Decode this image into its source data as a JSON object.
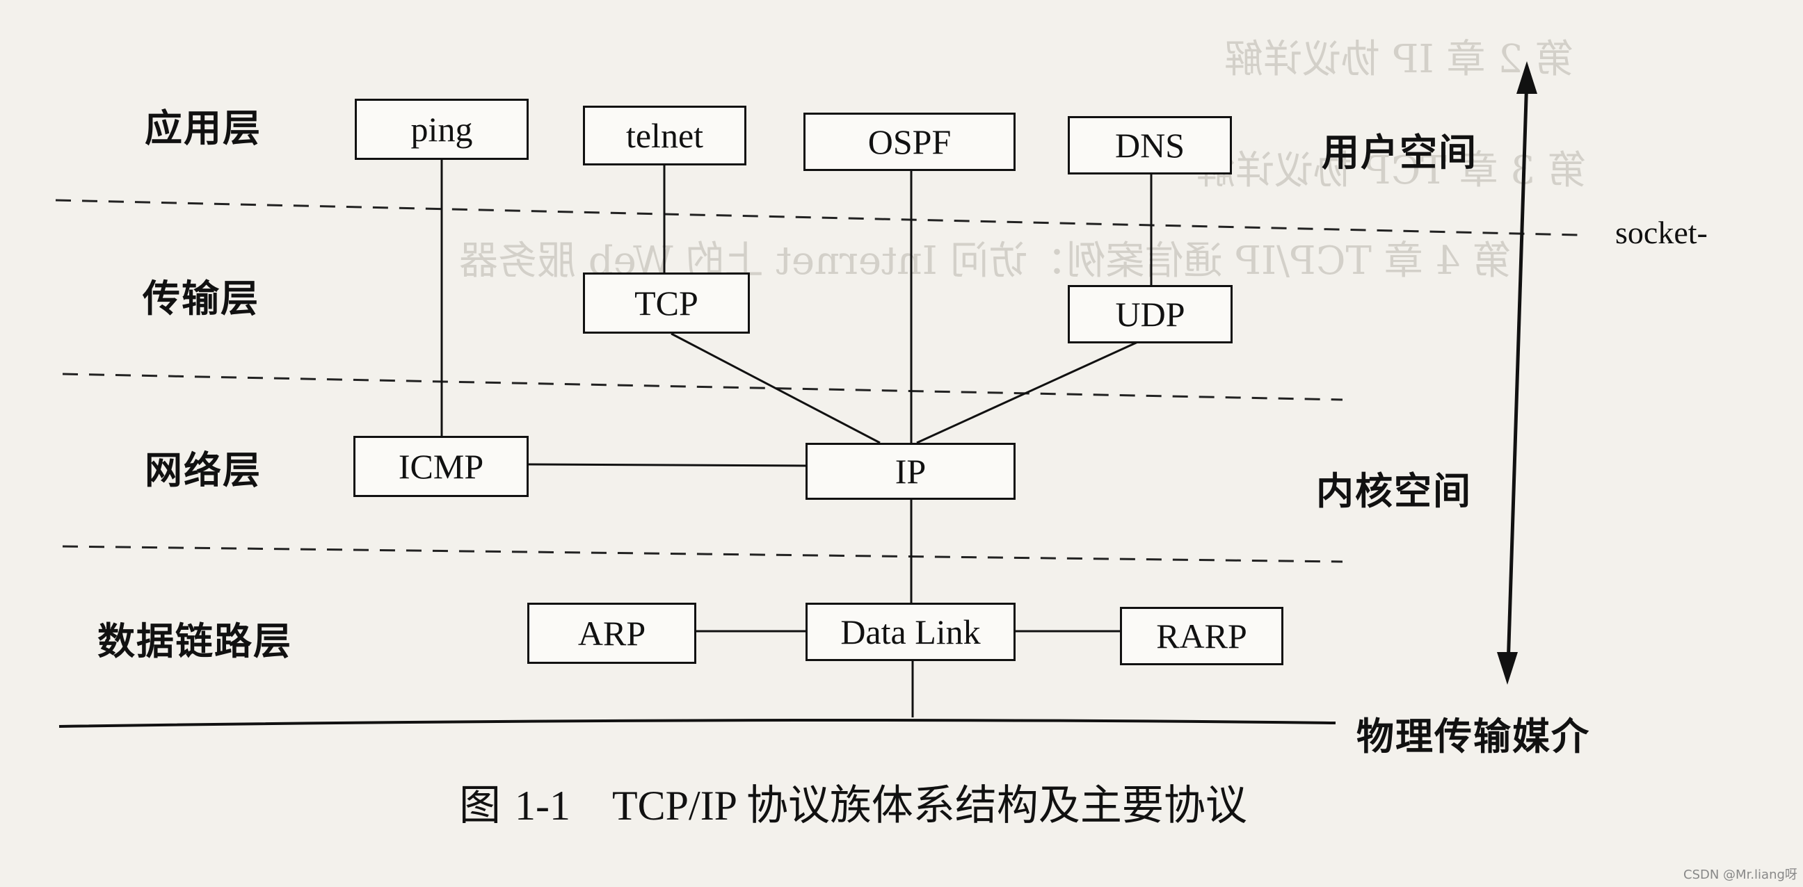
{
  "layers": {
    "application": "应用层",
    "transport": "传输层",
    "network": "网络层",
    "datalink": "数据链路层"
  },
  "protocols": {
    "ping": "ping",
    "telnet": "telnet",
    "ospf": "OSPF",
    "dns": "DNS",
    "tcp": "TCP",
    "udp": "UDP",
    "icmp": "ICMP",
    "ip": "IP",
    "arp": "ARP",
    "data_link": "Data Link",
    "rarp": "RARP"
  },
  "side_labels": {
    "user_space": "用户空间",
    "kernel_space": "内核空间",
    "physical_medium": "物理传输媒介",
    "socket": "socket-"
  },
  "caption": {
    "prefix": "图",
    "number": "1-1",
    "text": "TCP/IP 协议族体系结构及主要协议"
  },
  "watermark": "CSDN @Mr.liang呀",
  "bleed_through": [
    "第 2 章  IP 协议详解",
    "第 3 章  TCP 协议详解",
    "第 4 章  TCP/IP 通信案例：访问 Internet 上的 Web 服务器"
  ]
}
